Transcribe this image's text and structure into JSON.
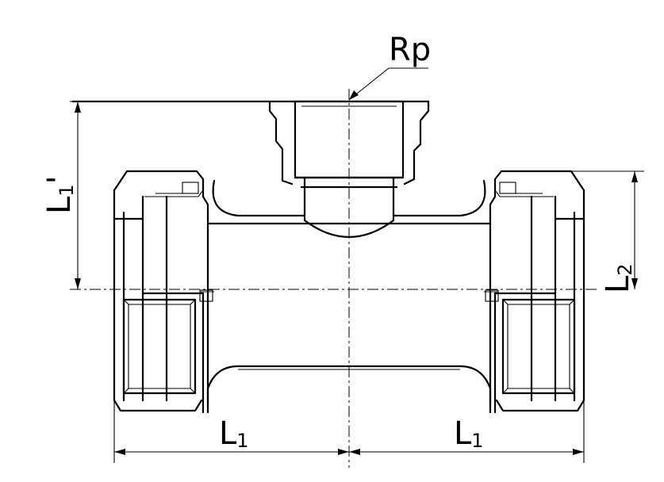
{
  "labels": {
    "rp": "Rp",
    "l1_main": "L",
    "l1_sub": "1",
    "l1_prime_main": "L",
    "l1_prime_sub": "1",
    "l1_prime_mark": "'",
    "l2_main": "L",
    "l2_sub": "2"
  },
  "colors": {
    "line": "#000000",
    "background": "#ffffff"
  }
}
